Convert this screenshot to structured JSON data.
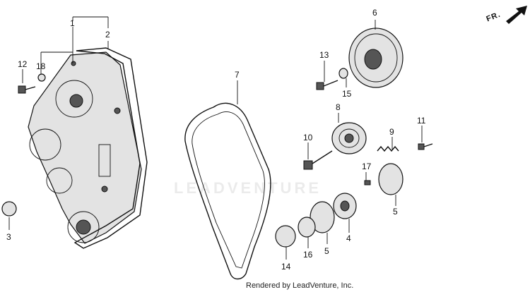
{
  "callouts": [
    {
      "id": "1",
      "text": "1"
    },
    {
      "id": "2",
      "text": "2"
    },
    {
      "id": "3",
      "text": "3"
    },
    {
      "id": "4",
      "text": "4"
    },
    {
      "id": "5a",
      "text": "5"
    },
    {
      "id": "5b",
      "text": "5"
    },
    {
      "id": "6",
      "text": "6"
    },
    {
      "id": "7",
      "text": "7"
    },
    {
      "id": "8",
      "text": "8"
    },
    {
      "id": "9",
      "text": "9"
    },
    {
      "id": "10",
      "text": "10"
    },
    {
      "id": "11",
      "text": "11"
    },
    {
      "id": "12",
      "text": "12"
    },
    {
      "id": "13",
      "text": "13"
    },
    {
      "id": "14",
      "text": "14"
    },
    {
      "id": "15",
      "text": "15"
    },
    {
      "id": "16",
      "text": "16"
    },
    {
      "id": "17",
      "text": "17"
    },
    {
      "id": "18",
      "text": "18"
    }
  ],
  "direction_label": "FR.",
  "watermark": "LEADVENTURE",
  "footer": "Rendered by LeadVenture, Inc."
}
